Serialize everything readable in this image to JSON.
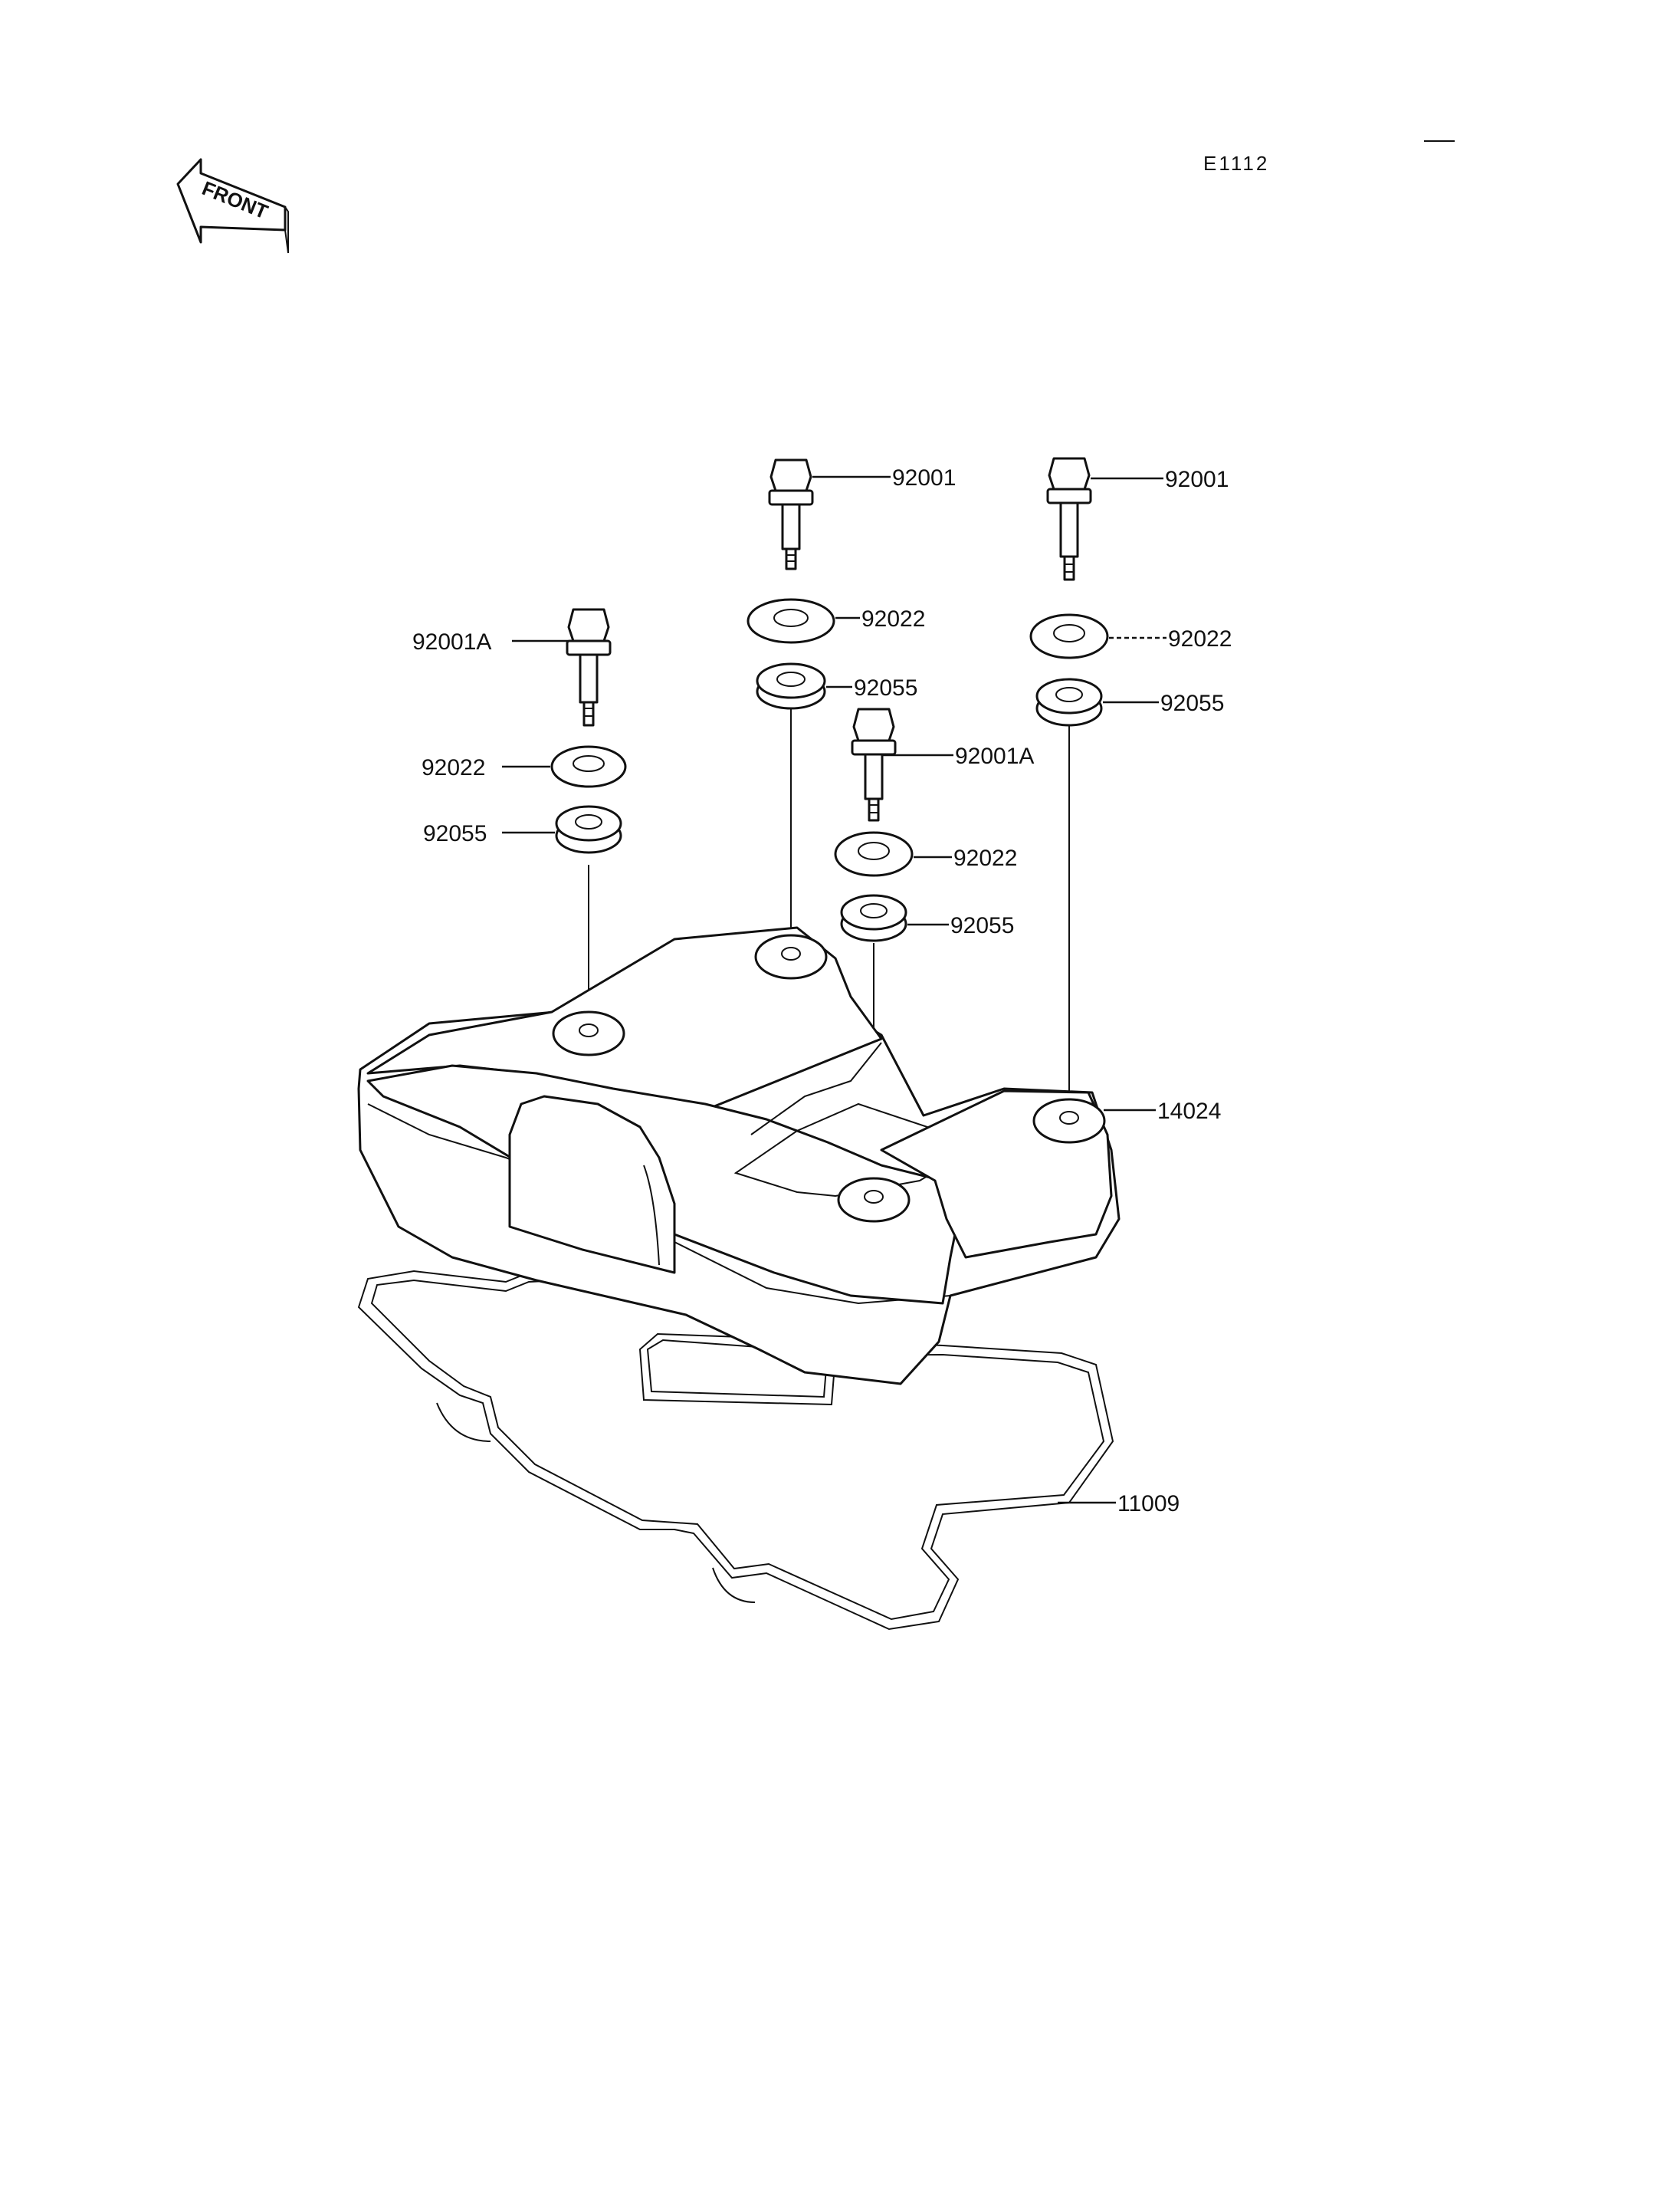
{
  "diagram_code": "E1112",
  "front_label": "FRONT",
  "labels": {
    "bolt_center_top": "92001",
    "washer_center_top": "92022",
    "grommet_center_top": "92055",
    "bolt_right_top": "92001",
    "washer_right_top": "92022",
    "grommet_right_top": "92055",
    "bolt_left": "92001A",
    "washer_left": "92022",
    "grommet_left": "92055",
    "bolt_center_mid": "92001A",
    "washer_center_mid": "92022",
    "grommet_center_mid": "92055",
    "cover": "14024",
    "gasket": "11009"
  }
}
